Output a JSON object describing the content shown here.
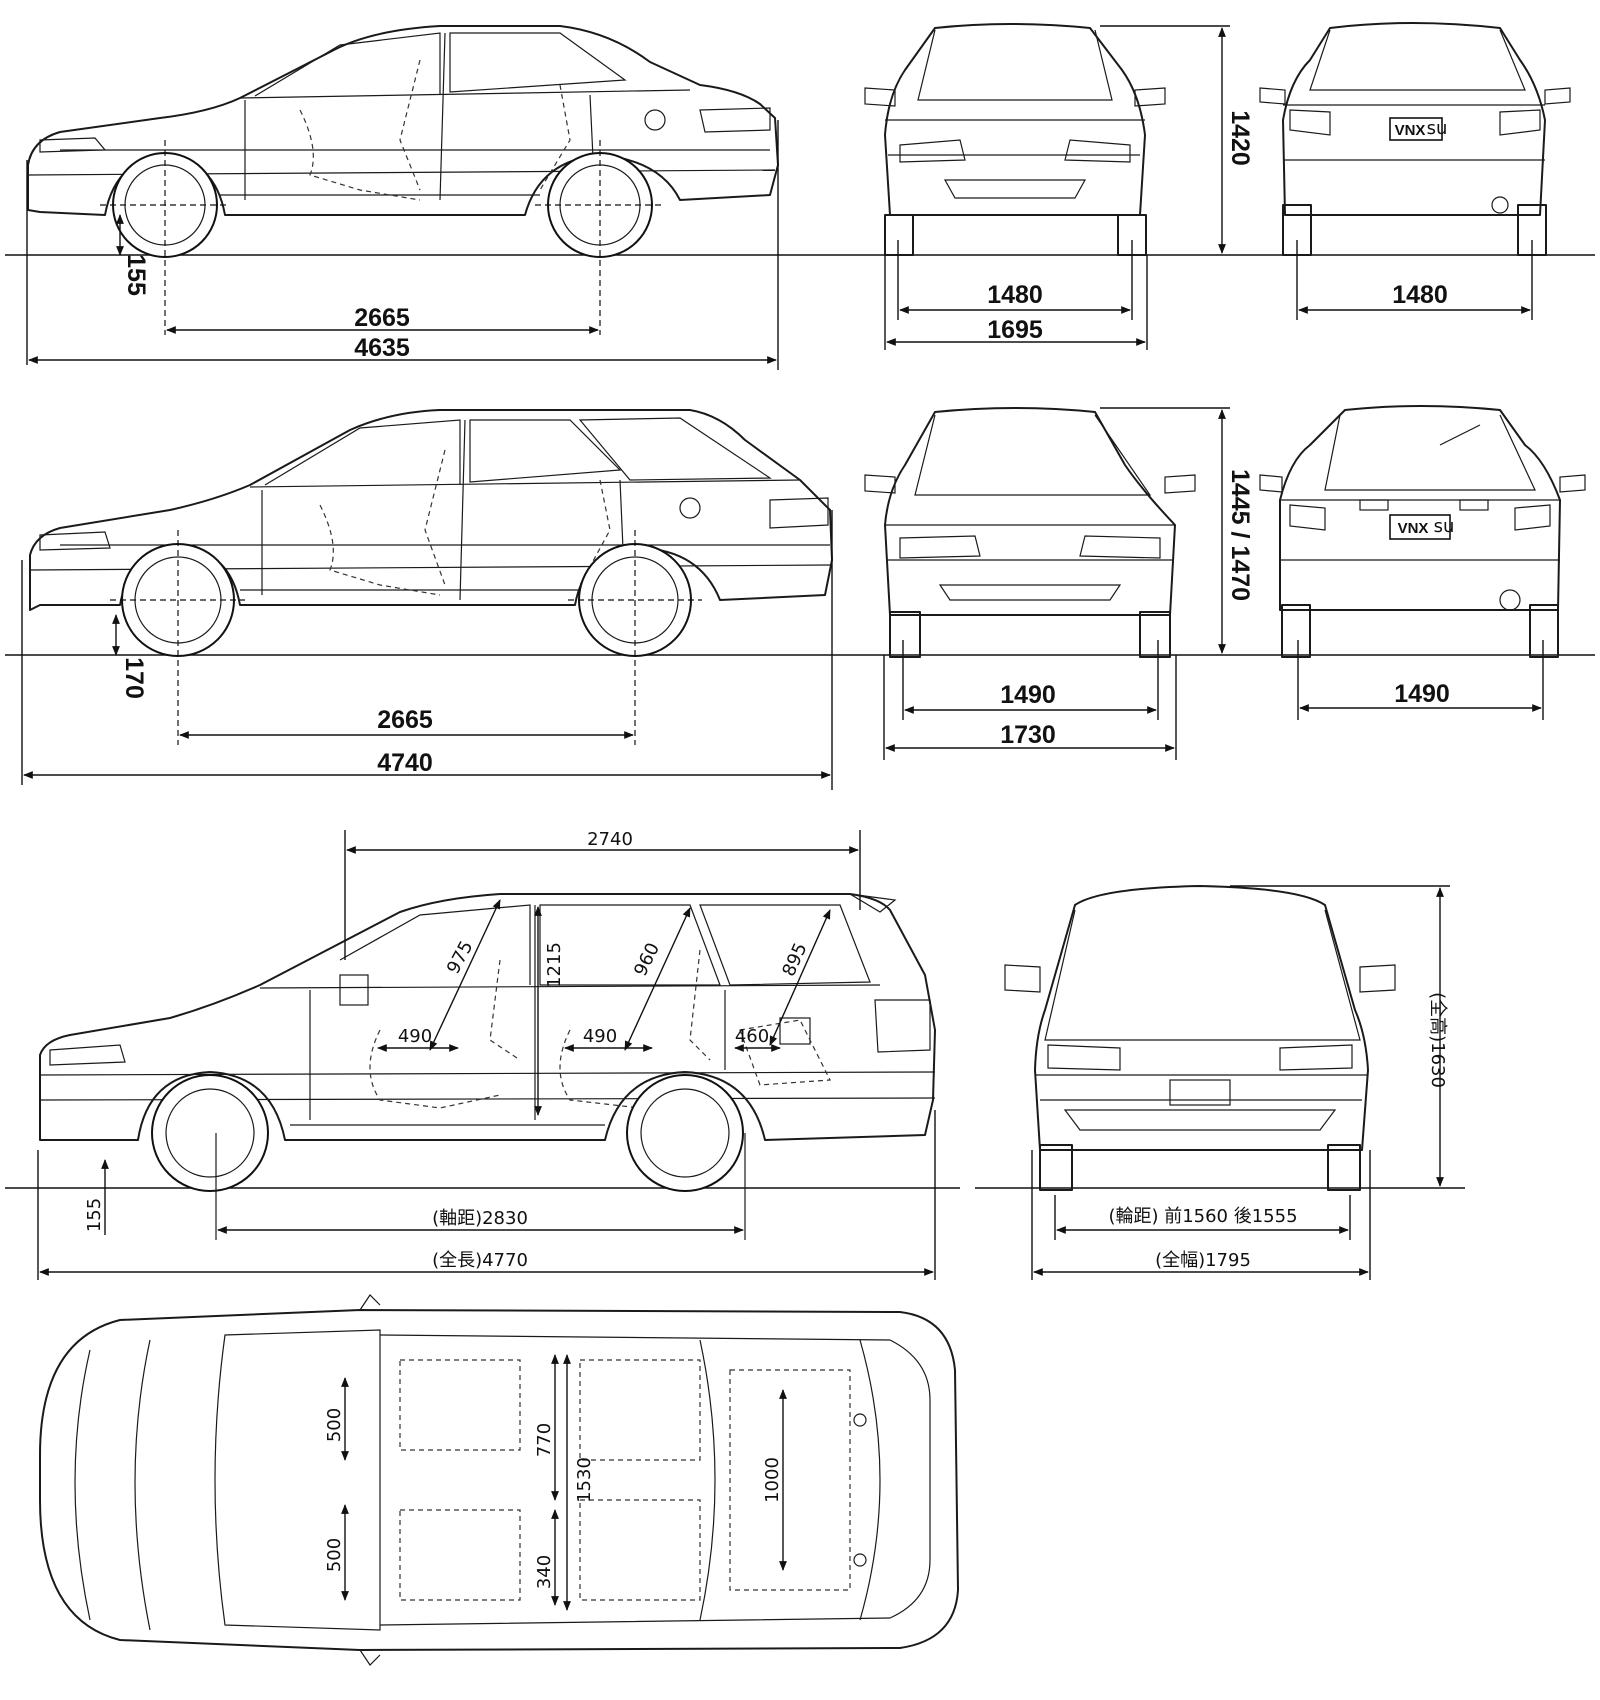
{
  "sedan": {
    "height": "1420",
    "ground_clearance": "155",
    "wheelbase": "2665",
    "length": "4635",
    "front_track": "1480",
    "width": "1695",
    "rear_track": "1480",
    "plate": "VNX"
  },
  "wagon": {
    "height": "1445 / 1470",
    "ground_clearance": "170",
    "wheelbase": "2665",
    "length": "4740",
    "front_track": "1490",
    "width": "1730",
    "rear_track": "1490",
    "plate": "VNX"
  },
  "minivan": {
    "cabin_length": "2740",
    "headroom_front": "975",
    "interior_height": "1215",
    "headroom_second": "960",
    "headroom_third": "895",
    "legroom_front": "490",
    "legroom_second": "490",
    "legroom_third": "460",
    "ground_clearance": "155",
    "wheelbase": "(軸距)2830",
    "length": "(全長)4770",
    "height": "(全高)1630",
    "track": "(輪距) 前1560 後1555",
    "width": "(全幅)1795"
  },
  "top_view": {
    "seat_width_left": "500",
    "seat_width_right": "500",
    "center_width": "770",
    "interior_width": "1530",
    "aisle_width": "340",
    "cargo_width": "1000"
  },
  "plate_badge": "su"
}
